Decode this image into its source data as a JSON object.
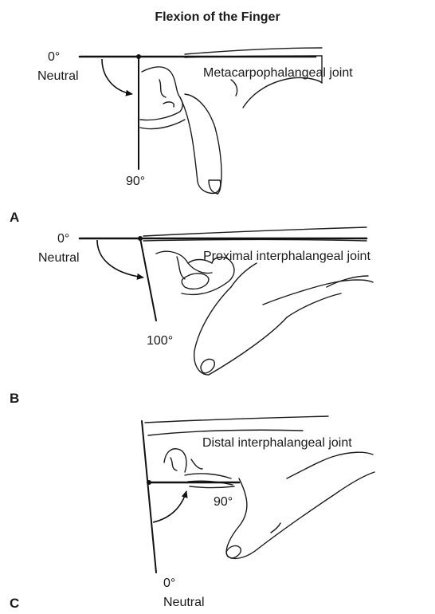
{
  "title": "Flexion of the Finger",
  "panels": [
    {
      "id": "A",
      "joint": "Metacarpophalangeal joint",
      "start_label": "0°",
      "start_name": "Neutral",
      "end_label": "90°"
    },
    {
      "id": "B",
      "joint": "Proximal interphalangeal joint",
      "start_label": "0°",
      "start_name": "Neutral",
      "end_label": "100°"
    },
    {
      "id": "C",
      "joint": "Distal interphalangeal joint",
      "start_label": "0°",
      "start_name": "Neutral",
      "end_label": "90°"
    }
  ]
}
